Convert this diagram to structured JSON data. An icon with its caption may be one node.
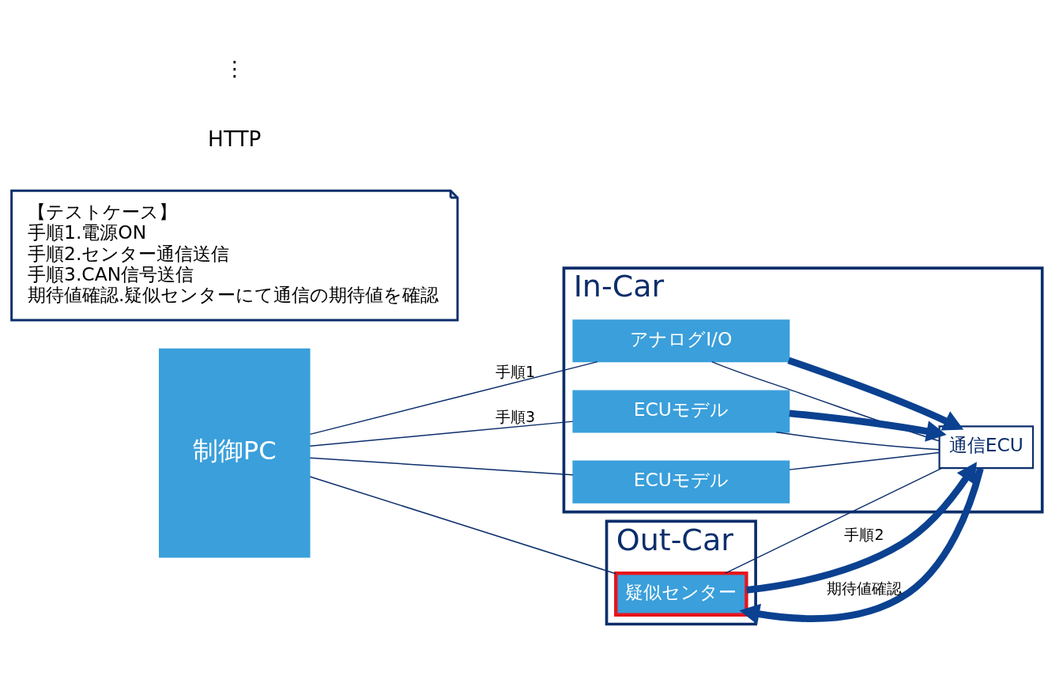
{
  "diagram": {
    "nodes": [
      {
        "text": [
          "Out-Car"
        ]
      },
      {
        "text": [
          "疑似センター"
        ],
        "in": 0
      },
      {
        "text": [
          "制御PC"
        ]
      },
      {
        "text": [
          "In-Car"
        ]
      },
      {
        "text": [
          "アナログI/O"
        ],
        "in": 3
      },
      {
        "text": [
          "ECUモデル"
        ],
        "in": 3
      },
      {
        "text": [
          "ECUモデル"
        ],
        "in": 3
      },
      {
        "text": [
          "通信ECU"
        ],
        "in": 3
      },
      {
        "text": [
          "【テストケース】",
          "手順1.電源ON",
          "手順2.センター通信送信",
          "手順3.CAN信号送信",
          "期待値確認.疑似センターにて通信の期待値を確認"
        ]
      }
    ],
    "edges": [
      {
        "from": 2,
        "to": 1,
        "arrow": "none"
      },
      {
        "from": 2,
        "to": 4,
        "arrow": "none",
        "label": "手順1"
      },
      {
        "from": 2,
        "to": 5,
        "arrow": "none",
        "label": "手順3"
      },
      {
        "from": 2,
        "to": 6,
        "arrow": "none"
      },
      {
        "from": 4,
        "to": 7,
        "arrow": "none"
      },
      {
        "from": 5,
        "to": 7,
        "arrow": "none"
      },
      {
        "from": 6,
        "to": 7,
        "arrow": "none"
      },
      {
        "from": 1,
        "to": 7,
        "arrow": "none"
      },
      {
        "from": 1,
        "to": 7,
        "arrow": "to",
        "label": "手順2",
        "style": "thick",
        "color": "#0b4190"
      },
      {
        "from": 7,
        "to": 1,
        "arrow": "to",
        "label": "期待値確認",
        "style": "thick",
        "color": "#0b4190"
      },
      {
        "from": 4,
        "to": 7,
        "arrow": "to",
        "style": "thick",
        "color": "#0b4190"
      },
      {
        "from": 5,
        "to": 7,
        "arrow": "to",
        "style": "thick",
        "color": "#0b4190"
      }
    ],
    "labels": [
      "HTTP",
      "⋮"
    ]
  }
}
